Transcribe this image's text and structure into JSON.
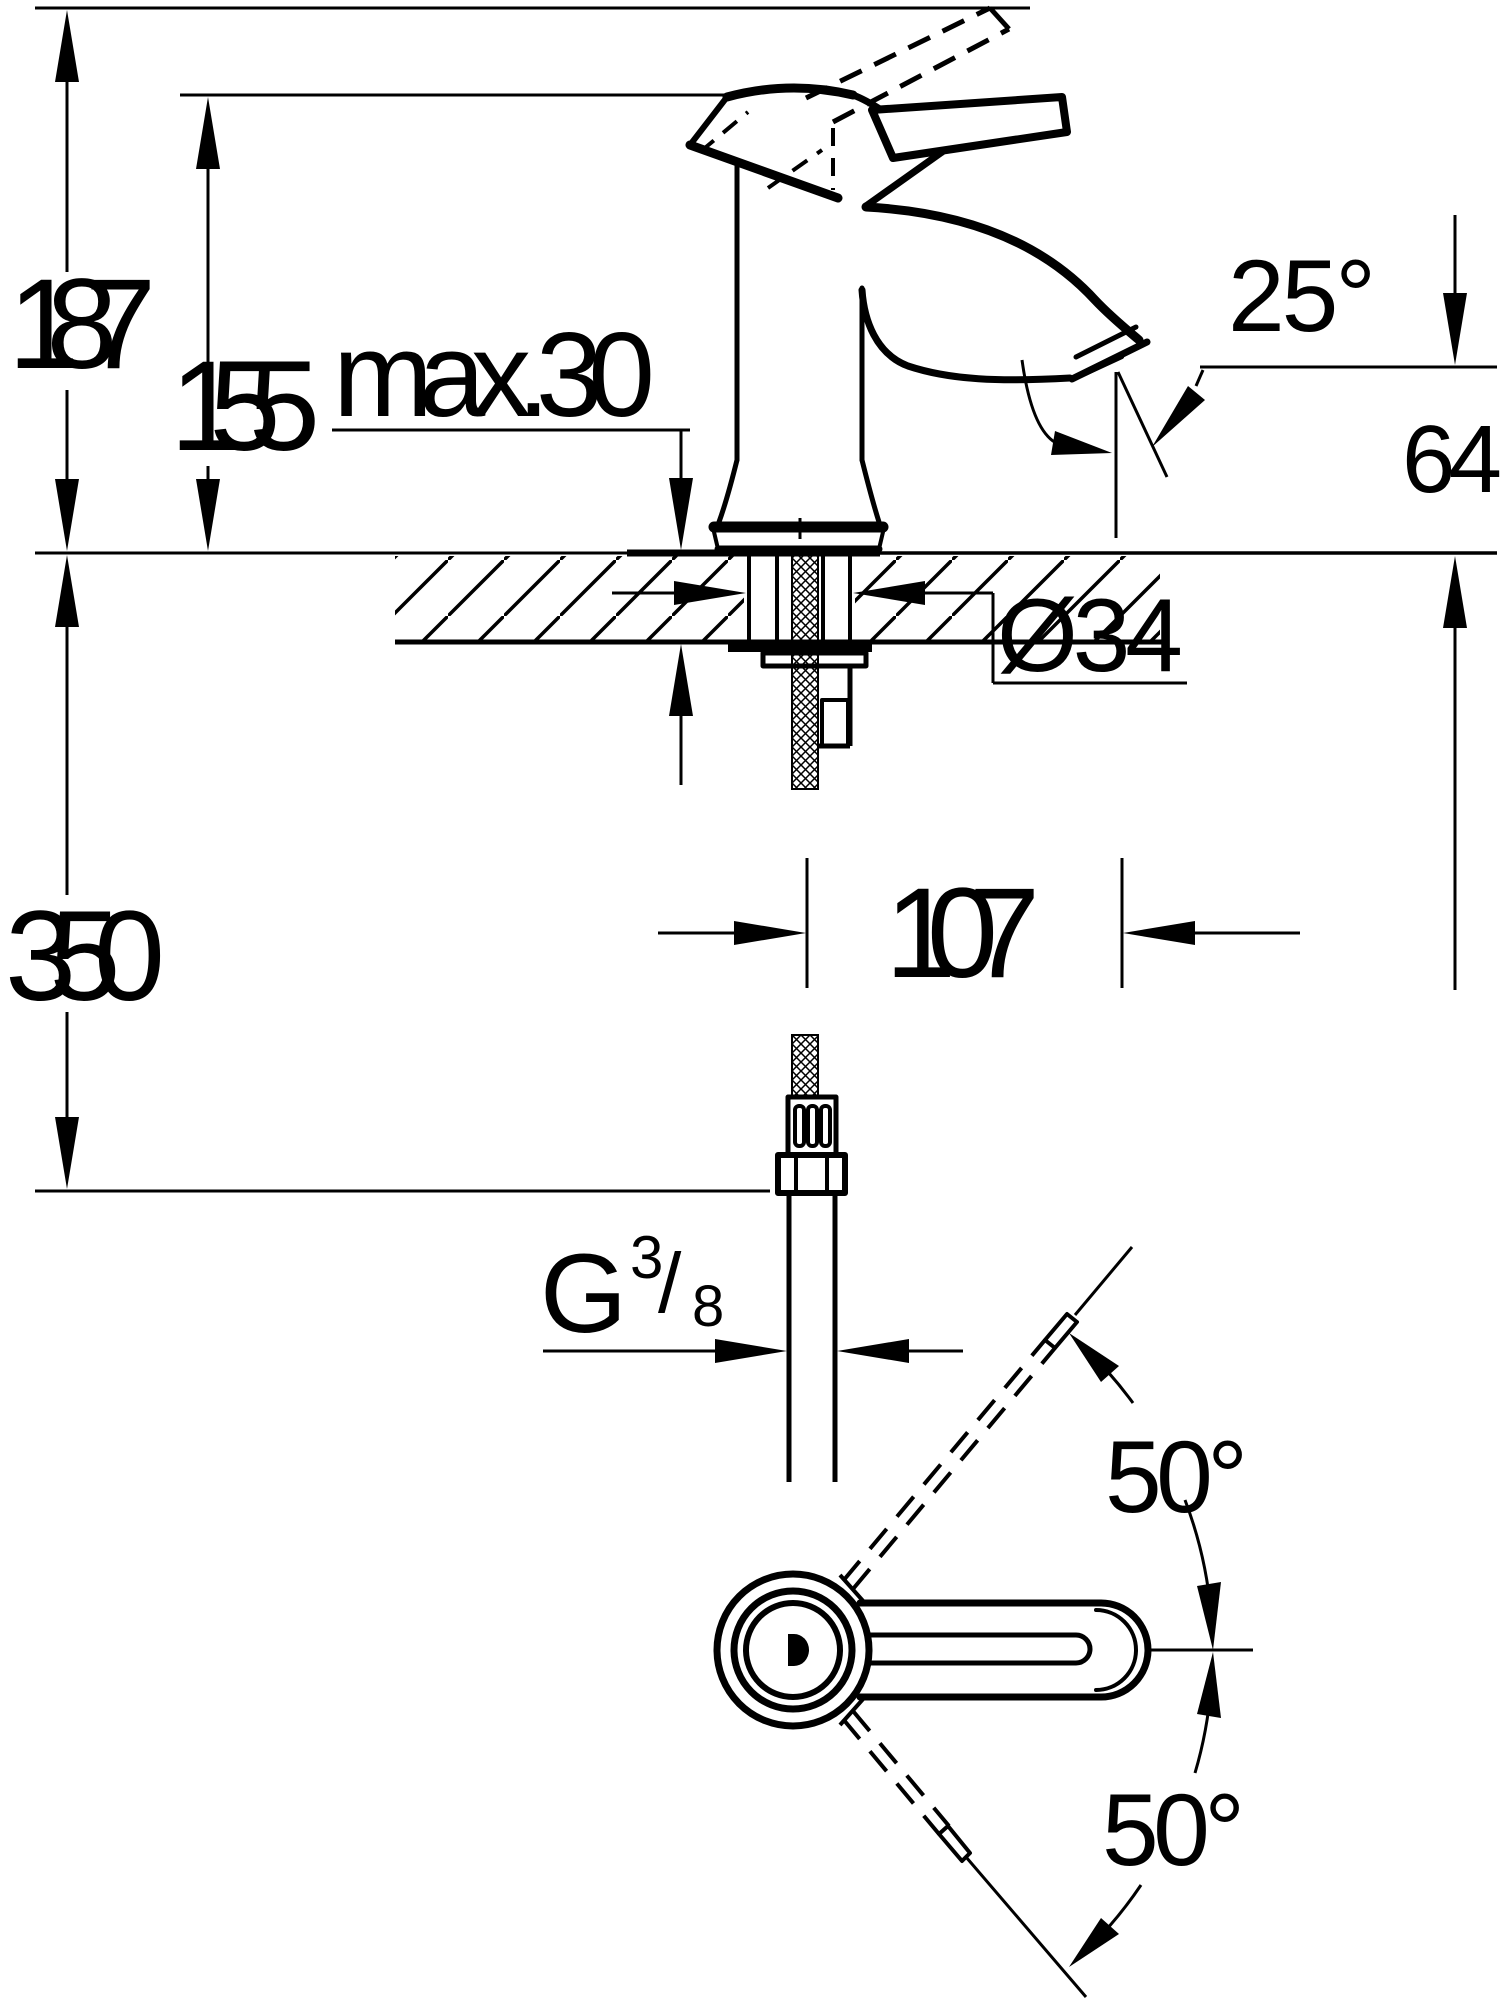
{
  "drawing": {
    "type": "technical-dimension-diagram",
    "subject": "single-lever basin pillar tap, side installation view and top swivel view",
    "units": "mm",
    "colors": {
      "line": "#000000",
      "background": "#ffffff"
    },
    "labels": {
      "height_total": "187",
      "height_body": "155",
      "deck_thickness": "max.30",
      "spout_angle": "25°",
      "spout_height": "64",
      "hole_diameter": "Ø34",
      "hose_length": "350",
      "spout_projection": "107",
      "thread_letter": "G",
      "thread_numerator": "3",
      "thread_slash": "/",
      "thread_denominator": "8",
      "swivel_upper": "50°",
      "swivel_lower": "50°"
    }
  }
}
